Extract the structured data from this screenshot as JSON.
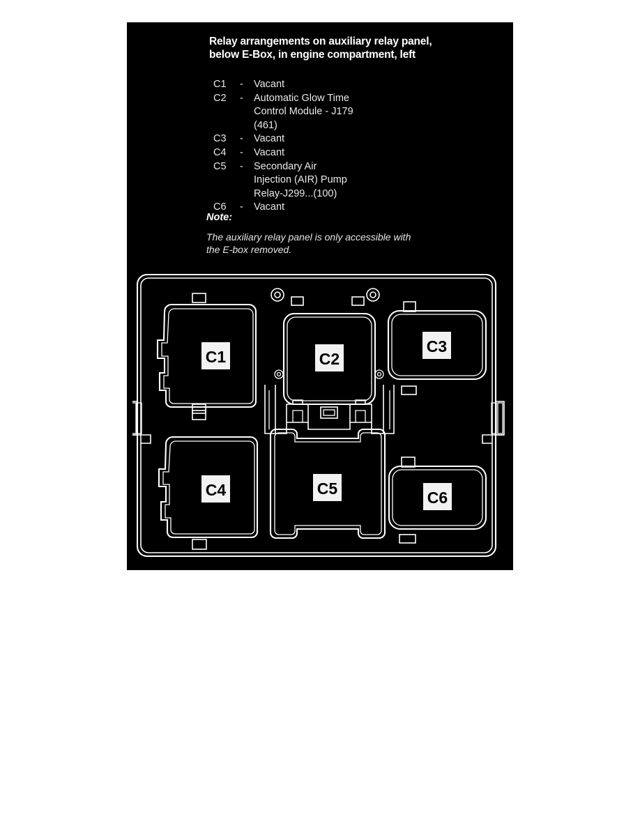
{
  "document": {
    "heading": "Relay arrangements on auxiliary relay panel, below E-Box, in engine compartment, left"
  },
  "legend": {
    "rows": [
      {
        "code": "C1",
        "dash": "-",
        "description": "Vacant"
      },
      {
        "code": "C2",
        "dash": "-",
        "description": "Automatic Glow Time\nControl Module - J179\n(461)"
      },
      {
        "code": "C3",
        "dash": "-",
        "description": "Vacant"
      },
      {
        "code": "C4",
        "dash": "-",
        "description": "Vacant"
      },
      {
        "code": "C5",
        "dash": "-",
        "description": " Secondary Air\nInjection (AIR) Pump\nRelay-J299...(100)"
      },
      {
        "code": "C6",
        "dash": "-",
        "description": "Vacant"
      }
    ]
  },
  "note": {
    "title": "Note:",
    "body": "The auxiliary relay panel is only accessible with\nthe E-box removed."
  },
  "diagram": {
    "caption": "auxiliary-relay-panel-layout",
    "relays": [
      {
        "id": "C1",
        "label": "C1",
        "position": "top-left"
      },
      {
        "id": "C2",
        "label": "C2",
        "position": "top-center"
      },
      {
        "id": "C3",
        "label": "C3",
        "position": "top-right"
      },
      {
        "id": "C4",
        "label": "C4",
        "position": "bottom-left"
      },
      {
        "id": "C5",
        "label": "C5",
        "position": "bottom-center"
      },
      {
        "id": "C6",
        "label": "C6",
        "position": "bottom-right"
      }
    ]
  },
  "colors": {
    "panel_background": "#000000",
    "line": "#ffffff",
    "page_background": "#ffffff",
    "label_box": "#f2f2f2",
    "label_text": "#000000"
  }
}
